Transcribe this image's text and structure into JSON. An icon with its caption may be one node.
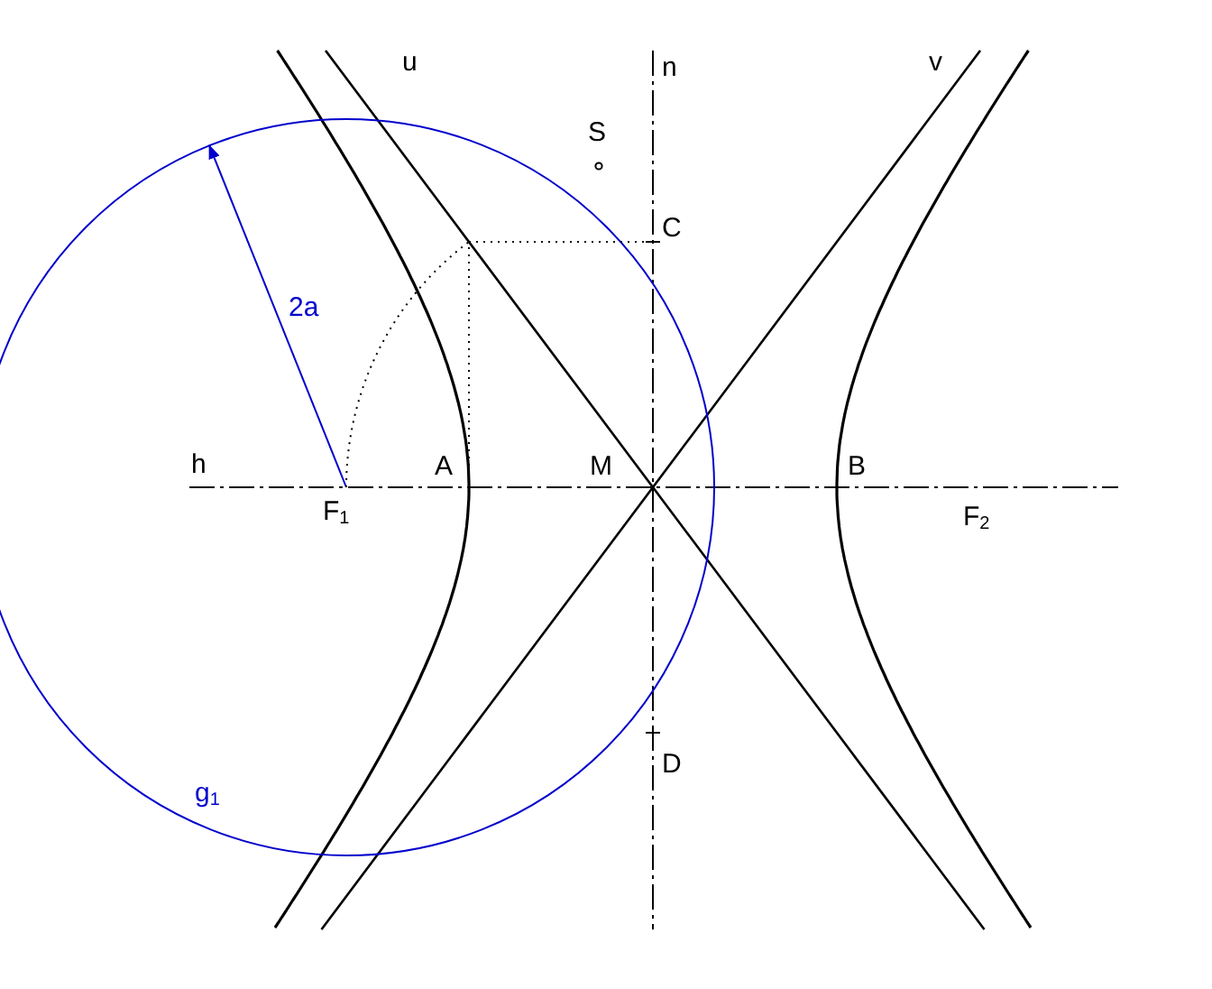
{
  "diagram": {
    "labels": [
      "u",
      "n",
      "v",
      "S",
      "C",
      "2a",
      "h",
      "A",
      "M",
      "B",
      "F$_{1}$",
      "F$_{2}$",
      "D",
      "g$_{1}$"
    ]
  }
}
